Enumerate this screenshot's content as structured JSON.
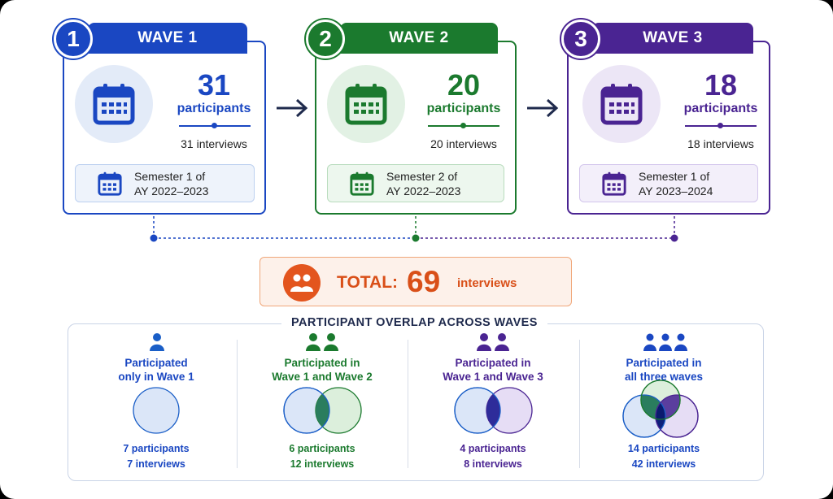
{
  "waves": [
    {
      "number": "1",
      "title": "WAVE 1",
      "participants": "31",
      "participants_label": "participants",
      "interviews": "31 interviews",
      "semester_line1": "Semester 1 of",
      "semester_line2": "AY 2022–2023",
      "color": "#1a47c2",
      "light": "#e3ebf8",
      "soft": "#eef3fb"
    },
    {
      "number": "2",
      "title": "WAVE 2",
      "participants": "20",
      "participants_label": "participants",
      "interviews": "20 interviews",
      "semester_line1": "Semester 2 of",
      "semester_line2": "AY 2022–2023",
      "color": "#1b7a2e",
      "light": "#e2f1e4",
      "soft": "#edf7ee"
    },
    {
      "number": "3",
      "title": "WAVE 3",
      "participants": "18",
      "participants_label": "participants",
      "interviews": "18 interviews",
      "semester_line1": "Semester 1 of",
      "semester_line2": "AY 2023–2024",
      "color": "#4a2492",
      "light": "#ece6f6",
      "soft": "#f3effa"
    }
  ],
  "total": {
    "label": "TOTAL:",
    "value": "69",
    "unit": "interviews",
    "color": "#d94f18"
  },
  "overlap": {
    "title": "PARTICIPANT OVERLAP ACROSS WAVES",
    "groups": [
      {
        "heading_line1": "Participated",
        "heading_line2": "only in Wave 1",
        "participants": "7 participants",
        "interviews": "7 interviews",
        "color": "#1a47c2"
      },
      {
        "heading_line1": "Participated in",
        "heading_line2": "Wave 1 and Wave 2",
        "participants": "6 participants",
        "interviews": "12 interviews",
        "color": "#1b7a2e"
      },
      {
        "heading_line1": "Participated in",
        "heading_line2": "Wave 1 and Wave 3",
        "participants": "4 participants",
        "interviews": "8 interviews",
        "color": "#4a2492"
      },
      {
        "heading_line1": "Participated in",
        "heading_line2": "all three waves",
        "participants": "14 participants",
        "interviews": "42 interviews",
        "color": "#1a47c2"
      }
    ]
  },
  "icons": {
    "calendar": "calendar-icon",
    "arrow": "arrow-right-icon",
    "people": "people-icon",
    "person": "person-icon"
  }
}
